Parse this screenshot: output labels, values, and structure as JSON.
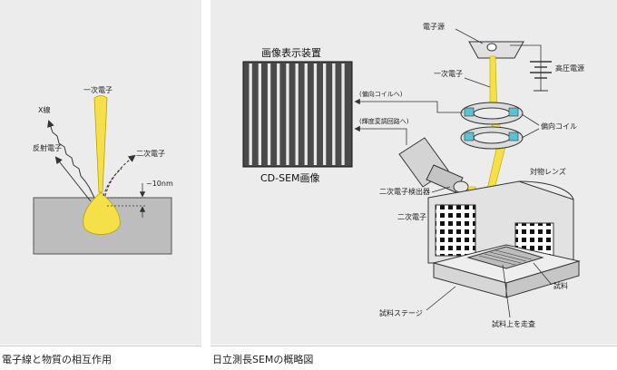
{
  "left_panel": {
    "labels": {
      "primary_electron": "一次電子",
      "xray": "X線",
      "backscattered": "反射電子",
      "secondary": "二次電子",
      "depth": "~10nm"
    },
    "caption": "電子線と物質の相互作用"
  },
  "right_panel": {
    "display_title": "画像表示装置",
    "image_label": "CD-SEM画像",
    "labels": {
      "electron_source": "電子源",
      "primary_electron": "一次電子",
      "high_voltage": "高圧電源",
      "to_deflection": "(偏向コイルへ)",
      "to_brightness": "(輝度変調回路へ)",
      "deflection_coil": "偏向コイル",
      "objective_lens": "対物レンズ",
      "se_detector": "二次電子検出器",
      "secondary": "二次電子",
      "specimen": "試料",
      "stage": "試料ステージ",
      "scan": "試料上を走査"
    },
    "caption": "日立測長SEMの概略図"
  },
  "colors": {
    "beam": "#f5e04a",
    "beam_stroke": "#b9a400",
    "panel_bg": "#ececec",
    "coil": "#59c3d6"
  }
}
